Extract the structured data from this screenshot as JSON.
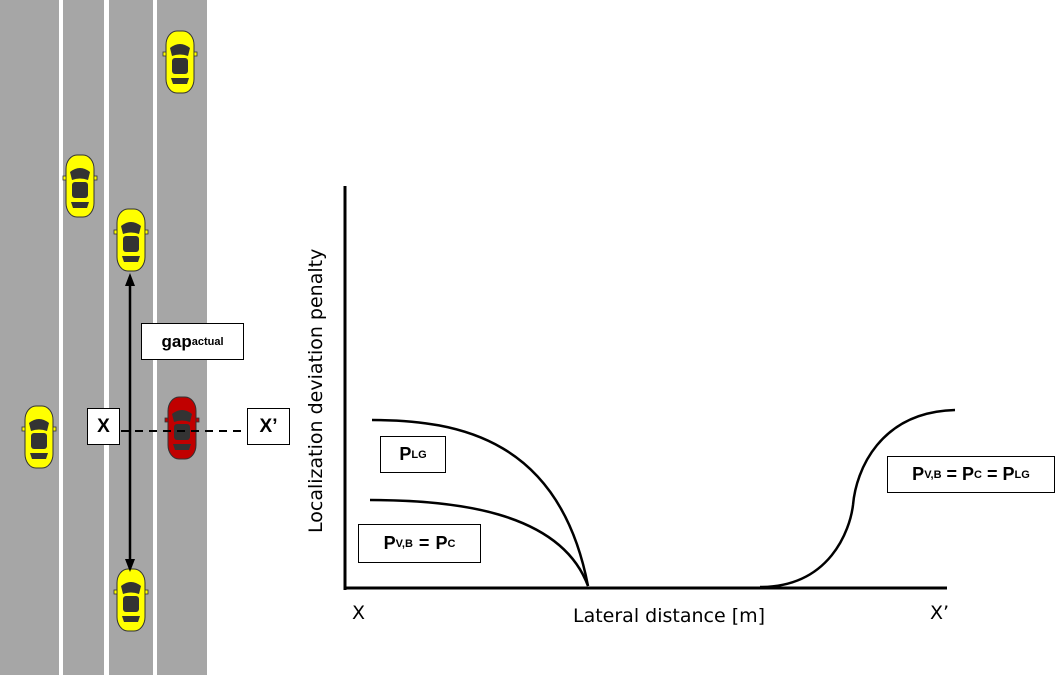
{
  "road": {
    "gap_label_main": "gap",
    "gap_label_sub": "actual",
    "marker_start": "X",
    "marker_end": "X’",
    "colors": {
      "asphalt": "#a6a6a6",
      "lane_line": "#ffffff",
      "traffic_car": "#ffff00",
      "ego_car": "#c00000"
    }
  },
  "diagram": {
    "y_axis_label": "Localization deviation penalty",
    "x_axis_label": "Lateral distance [m]",
    "x_start_label": "X",
    "x_end_label": "X’",
    "curve_labels": {
      "plg_main": "P",
      "plg_sub": "LG",
      "pvb_main": "P",
      "pvb_sub": "V,B",
      "pc_main": "P",
      "pc_sub": "C",
      "eq": "=",
      "right_pvb_main": "P",
      "right_pvb_sub": "V,B",
      "right_pc_main": "P",
      "right_pc_sub": "C",
      "right_plg_main": "P",
      "right_plg_sub": "LG"
    }
  }
}
